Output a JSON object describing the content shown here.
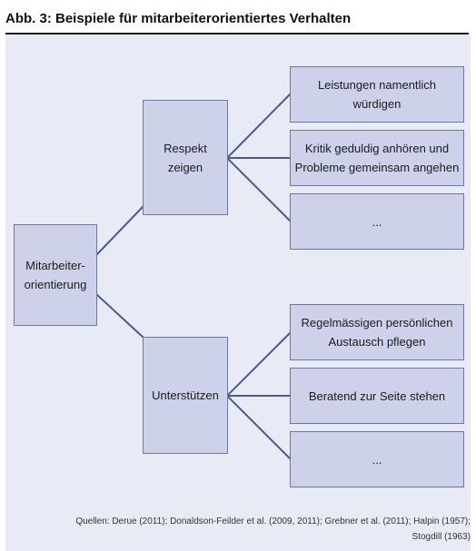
{
  "figure": {
    "title": "Abb. 3: Beispiele für mitarbeiterorientiertes Verhalten"
  },
  "diagram": {
    "root": {
      "lines": [
        "Mitarbeiter-",
        "orientierung"
      ]
    },
    "branches": [
      {
        "lines": [
          "Respekt",
          "zeigen"
        ],
        "leaves": [
          {
            "lines": [
              "Leistungen namentlich",
              "würdigen"
            ]
          },
          {
            "lines": [
              "Kritik geduldig anhören und",
              "Probleme gemeinsam angehen"
            ]
          },
          {
            "lines": [
              "..."
            ]
          }
        ]
      },
      {
        "lines": [
          "Unterstützen"
        ],
        "leaves": [
          {
            "lines": [
              "Regelmässigen persönlichen",
              "Austausch pflegen"
            ]
          },
          {
            "lines": [
              "Beratend zur Seite stehen"
            ]
          },
          {
            "lines": [
              "..."
            ]
          }
        ]
      }
    ]
  },
  "sources": {
    "line1": "Quellen: Derue (2011); Donaldson-Feilder et al. (2009, 2011); Grebner et al. (2011); Halpin (1957);",
    "line2": "Stogdill (1963)"
  },
  "colors": {
    "box_fill": "#cdd1ea",
    "box_border": "#6e78a8",
    "panel_background": "#e8ebf5",
    "connector": "#4a5a8c"
  }
}
